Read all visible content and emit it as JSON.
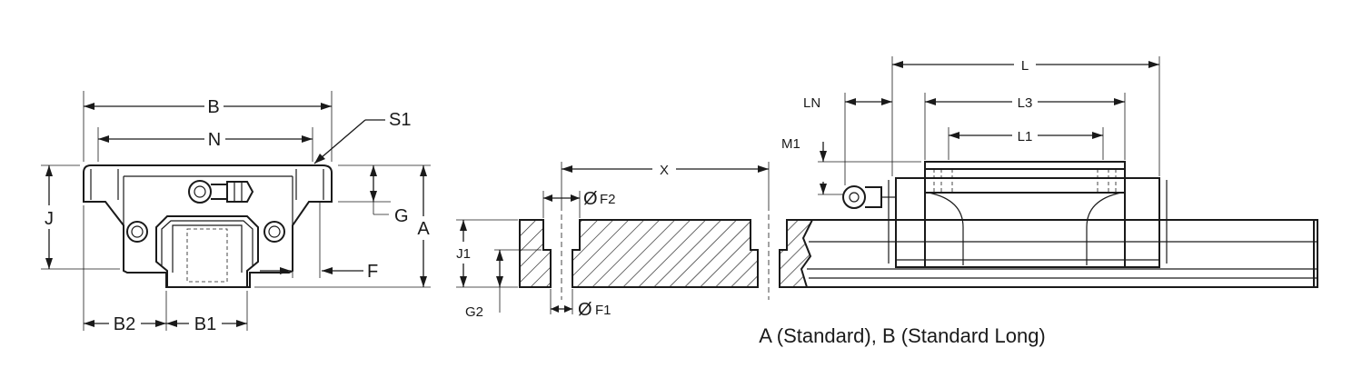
{
  "end_view": {
    "labels": {
      "B": "B",
      "N": "N",
      "S1": "S1",
      "J": "J",
      "G": "G",
      "A": "A",
      "F": "F",
      "B2": "B2",
      "B1": "B1"
    }
  },
  "side_view": {
    "labels": {
      "X": "X",
      "F2": "F2",
      "F1": "F1",
      "J1": "J1",
      "G2": "G2",
      "L": "L",
      "LN": "LN",
      "L3": "L3",
      "L1": "L1",
      "M1": "M1"
    },
    "diameter_symbol": "Ø"
  },
  "caption": "A (Standard), B (Standard Long)"
}
